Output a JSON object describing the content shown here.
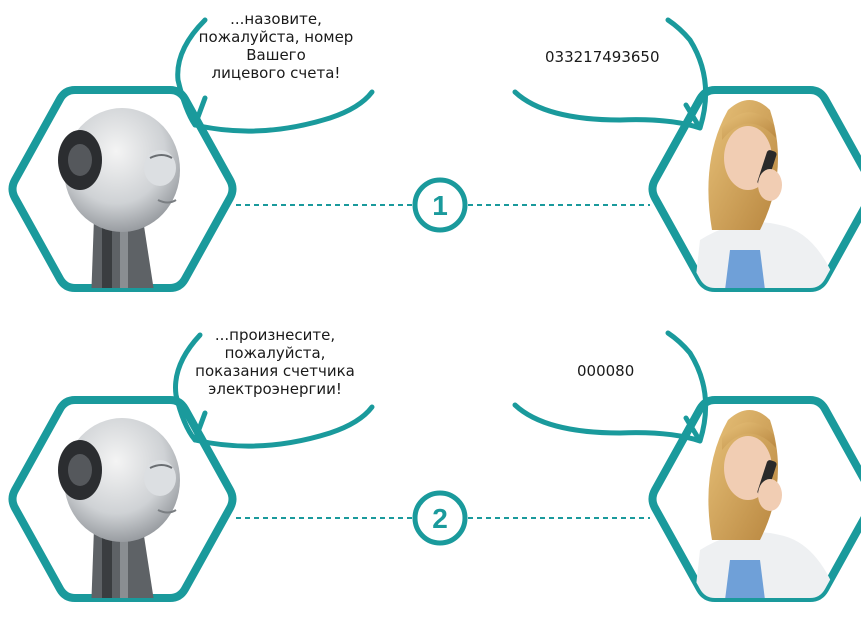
{
  "colors": {
    "accent": "#1a9a9c"
  },
  "steps": [
    {
      "number": "1",
      "robot_prompt": [
        "...назовите,",
        "пожалуйста, номер",
        "Вашего",
        "лицевого счета!"
      ],
      "user_answer": "033217493650"
    },
    {
      "number": "2",
      "robot_prompt": [
        "...произнесите,",
        "пожалуйста,",
        "показания счетчика",
        "электроэнергии!"
      ],
      "user_answer": "000080"
    }
  ]
}
